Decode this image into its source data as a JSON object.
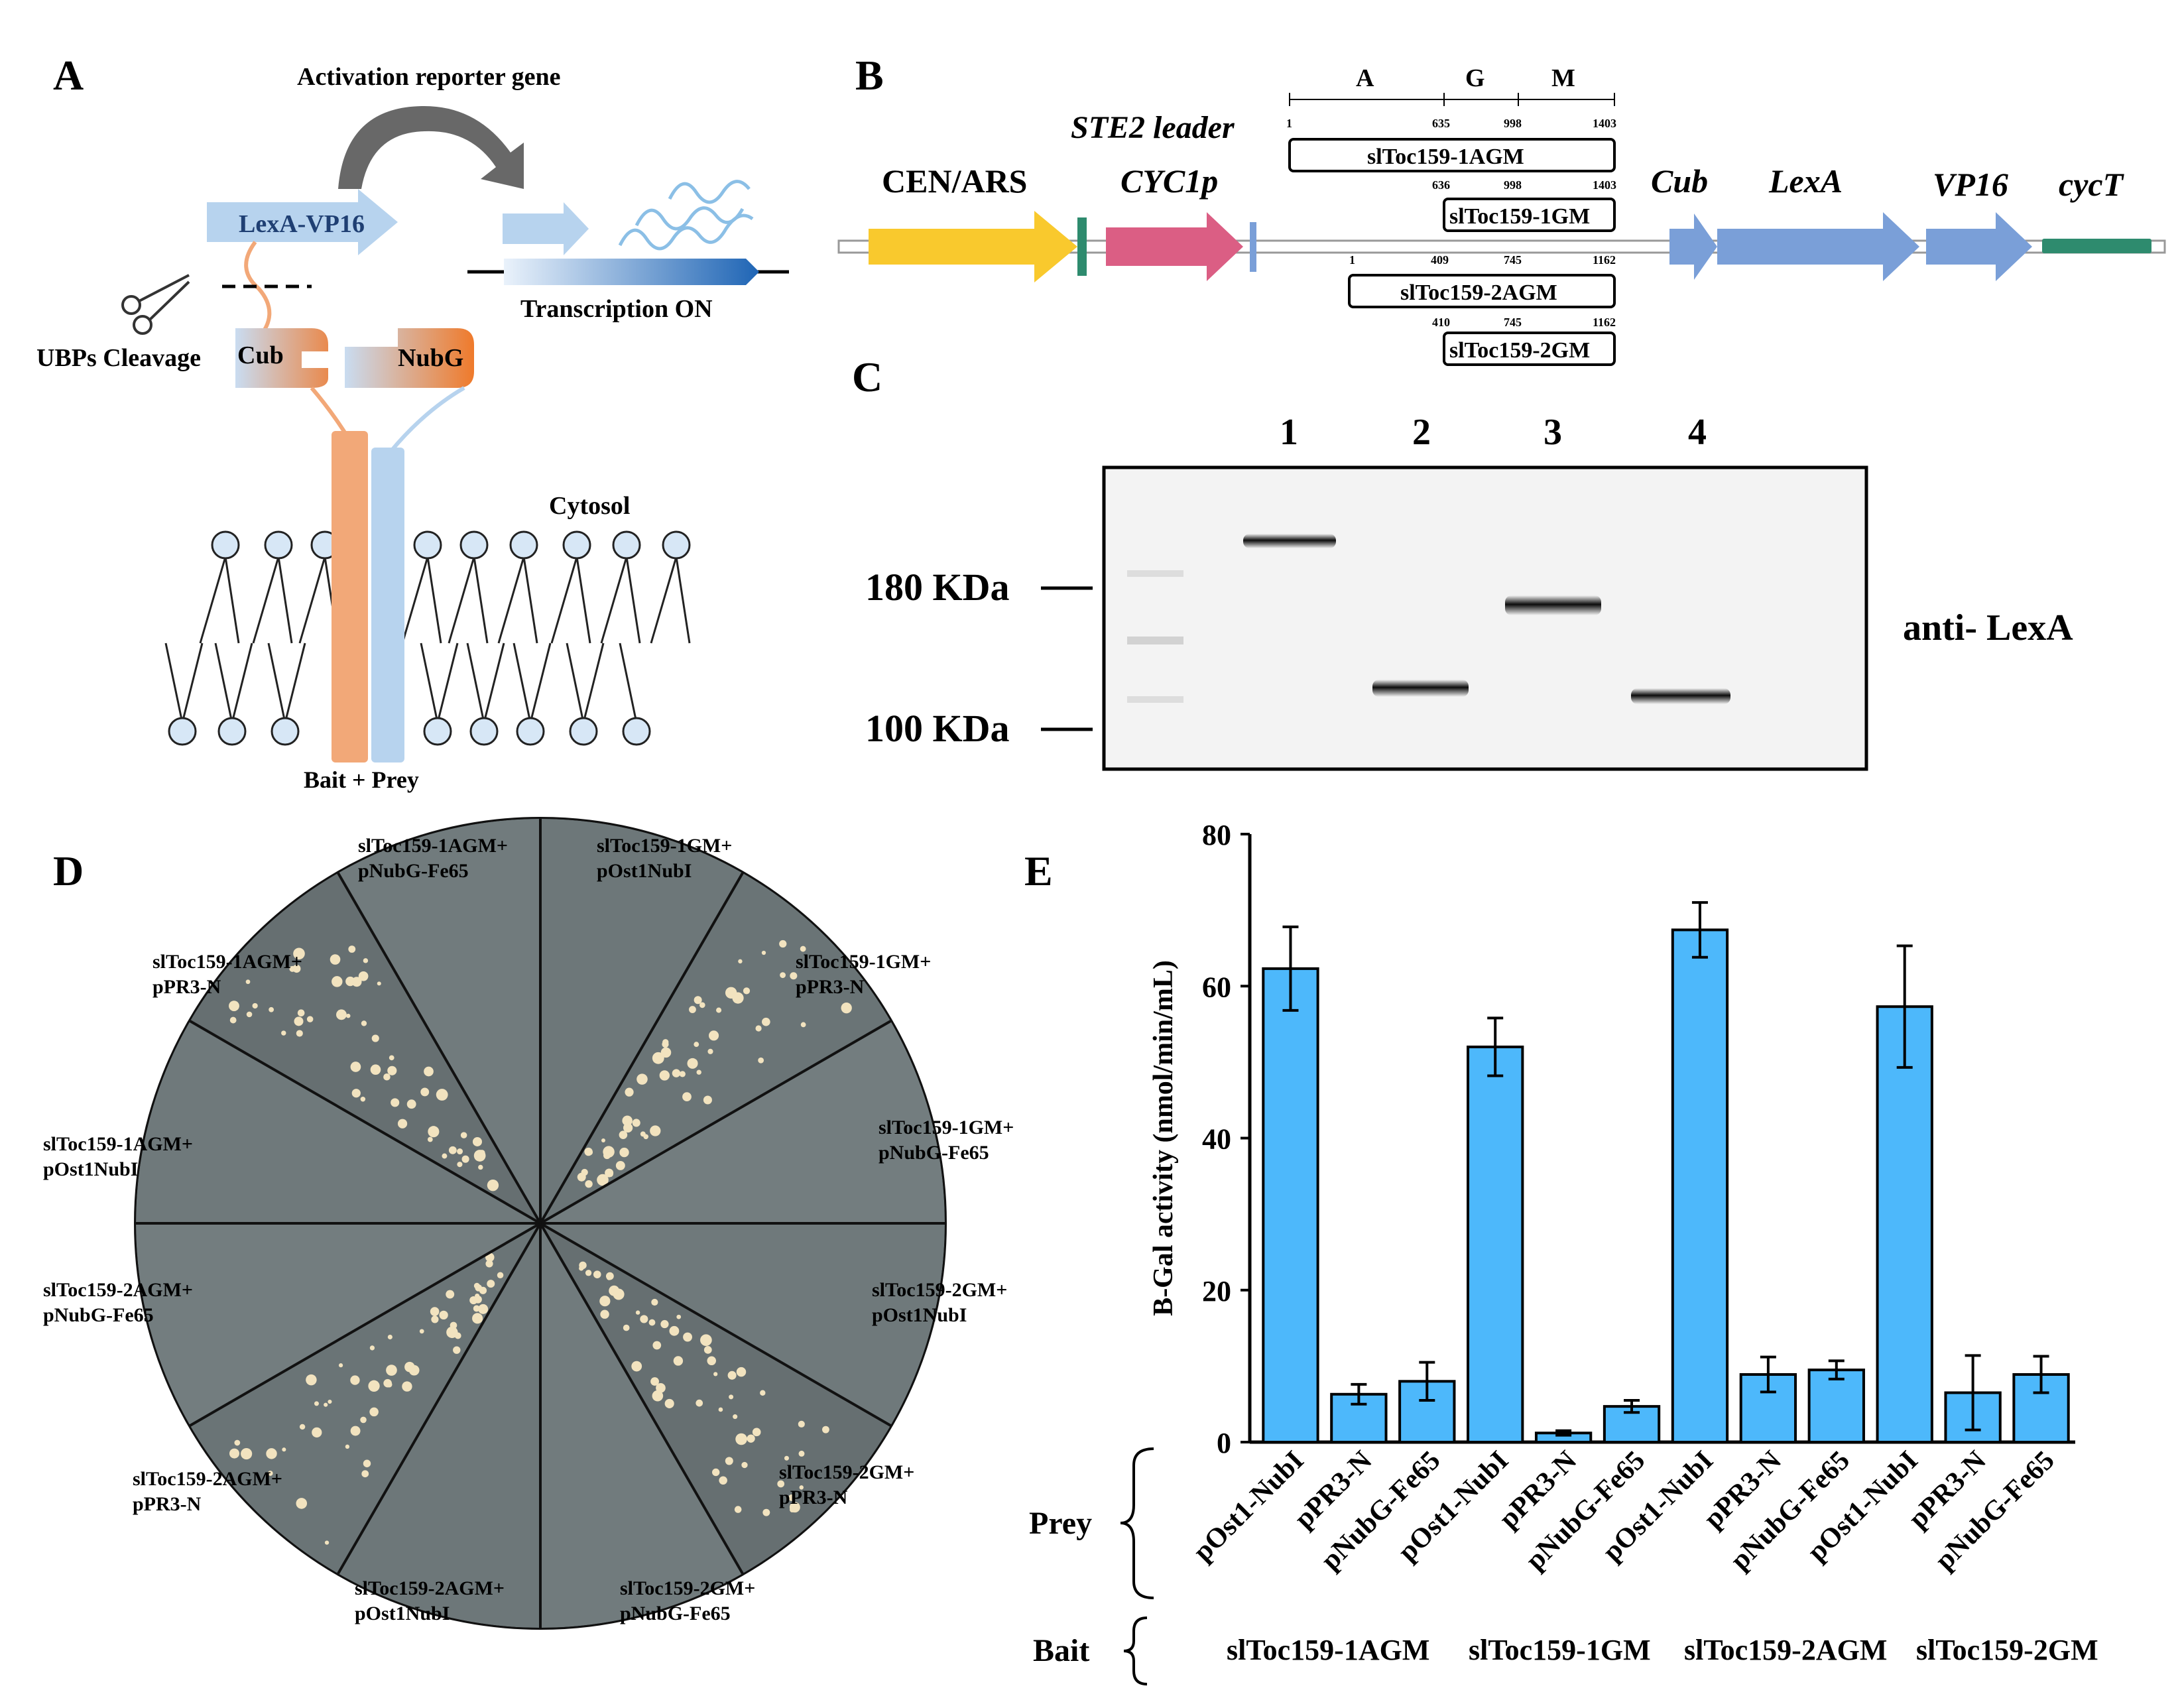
{
  "panelA": {
    "letter": "A",
    "activation_label": "Activation reporter gene",
    "lexa_vp16": "LexA-VP16",
    "transcription_label": "Transcription ON",
    "cleavage_label": "UBPs Cleavage",
    "cub": "Cub",
    "nubg": "NubG",
    "cytosol": "Cytosol",
    "bait_prey": "Bait + Prey",
    "icons": [
      "scissors-icon",
      "curved-arrow-icon",
      "mrna-icon"
    ]
  },
  "panelB": {
    "letter": "B",
    "cen_ars": "CEN/ARS",
    "ste2": "STE2 leader",
    "cyc1p": "CYC1p",
    "cub": "Cub",
    "lexa": "LexA",
    "vp16": "VP16",
    "cyct": "cycT",
    "domains": {
      "a": "A",
      "g": "G",
      "m": "M"
    },
    "constructs": [
      {
        "name": "slToc159-1AGM",
        "ticks": [
          "1",
          "635",
          "998",
          "1403"
        ]
      },
      {
        "name": "slToc159-1GM",
        "ticks": [
          "636",
          "998",
          "1403"
        ]
      },
      {
        "name": "slToc159-2AGM",
        "ticks": [
          "1",
          "409",
          "745",
          "1162"
        ]
      },
      {
        "name": "slToc159-2GM",
        "ticks": [
          "410",
          "745",
          "1162"
        ]
      }
    ],
    "colors": {
      "cen": "#f9c92d",
      "cyc1p": "#db5e84",
      "lexa_parts": "#7a9fd8",
      "marker": "#2e8b6e"
    }
  },
  "panelC": {
    "letter": "C",
    "lanes": [
      "1",
      "2",
      "3",
      "4"
    ],
    "marker_180": "180 KDa",
    "marker_100": "100 KDa",
    "antibody": "anti- LexA"
  },
  "panelD": {
    "letter": "D",
    "sectors": [
      {
        "bait": "slToc159-1AGM+",
        "prey": "pNubG-Fe65",
        "growth": false
      },
      {
        "bait": "slToc159-1GM+",
        "prey": "pOst1NubI",
        "growth": true
      },
      {
        "bait": "slToc159-1GM+",
        "prey": "pPR3-N",
        "growth": false
      },
      {
        "bait": "slToc159-1GM+",
        "prey": "pNubG-Fe65",
        "growth": false
      },
      {
        "bait": "slToc159-2GM+",
        "prey": "pOst1NubI",
        "growth": true
      },
      {
        "bait": "slToc159-2GM+",
        "prey": "pPR3-N",
        "growth": false
      },
      {
        "bait": "slToc159-2GM+",
        "prey": "pNubG-Fe65",
        "growth": false
      },
      {
        "bait": "slToc159-2AGM+",
        "prey": "pOst1NubI",
        "growth": true
      },
      {
        "bait": "slToc159-2AGM+",
        "prey": "pPR3-N",
        "growth": false
      },
      {
        "bait": "slToc159-2AGM+",
        "prey": "pNubG-Fe65",
        "growth": false
      },
      {
        "bait": "slToc159-1AGM+",
        "prey": "pOst1NubI",
        "growth": true
      },
      {
        "bait": "slToc159-1AGM+",
        "prey": "pPR3-N",
        "growth": false
      }
    ]
  },
  "panelE": {
    "letter": "E",
    "prey_label": "Prey",
    "bait_label": "Bait",
    "baits": [
      "slToc159-1AGM",
      "slToc159-1GM",
      "slToc159-2AGM",
      "slToc159-2GM"
    ]
  },
  "chart_data": {
    "type": "bar",
    "ylabel": "B-Gal activity (nmol/min/mL)",
    "ylim": [
      0,
      80
    ],
    "yticks": [
      0,
      20,
      40,
      60,
      80
    ],
    "categories": [
      "pOst1-NubI",
      "pPR3-N",
      "pNubG-Fe65",
      "pOst1-NubI",
      "pPR3-N",
      "pNubG-Fe65",
      "pOst1-NubI",
      "pPR3-N",
      "pNubG-Fe65",
      "pOst1-NubI",
      "pPR3-N",
      "pNubG-Fe65"
    ],
    "values": [
      62.3,
      6.3,
      8.0,
      52.0,
      1.2,
      4.7,
      67.4,
      8.9,
      9.5,
      57.3,
      6.5,
      8.9
    ],
    "errors": [
      5.5,
      1.3,
      2.5,
      3.8,
      0.3,
      0.8,
      3.6,
      2.3,
      1.2,
      8.0,
      4.9,
      2.4
    ],
    "color": "#4db8fb",
    "grid": false
  }
}
